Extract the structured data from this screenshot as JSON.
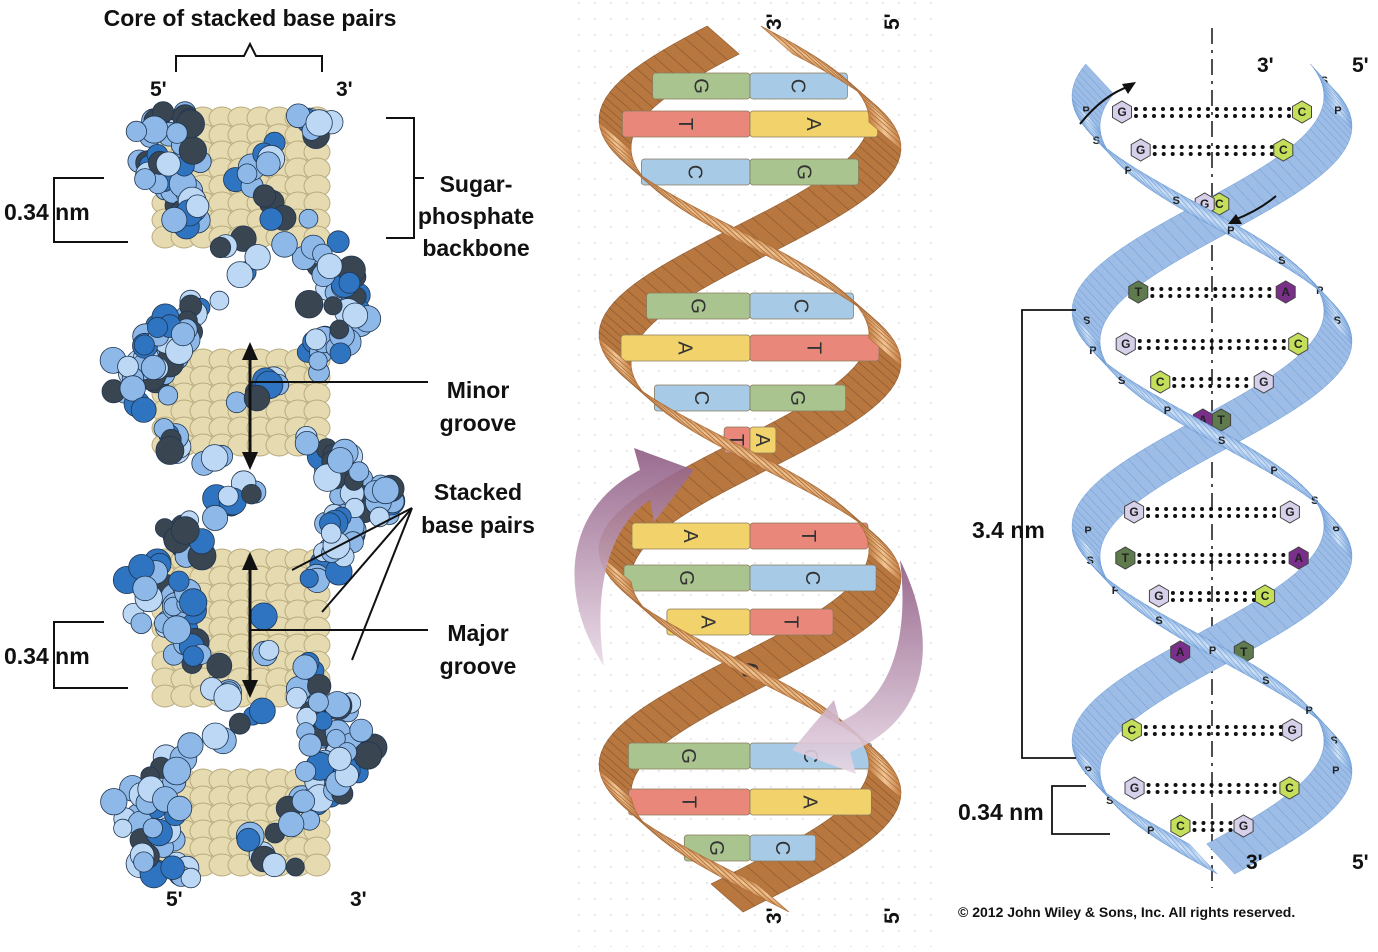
{
  "panel_left": {
    "title": "Core of stacked base pairs",
    "top_5": "5'",
    "top_3": "3'",
    "bottom_5": "5'",
    "bottom_3": "3'",
    "spacing_top": "0.34 nm",
    "spacing_bottom": "0.34 nm",
    "backbone_lines": [
      "Sugar-",
      "phosphate",
      "backbone"
    ],
    "minor_groove_lines": [
      "Minor",
      "groove"
    ],
    "stacked_lines": [
      "Stacked",
      "base pairs"
    ],
    "major_groove_lines": [
      "Major",
      "groove"
    ],
    "colors": {
      "base": "#e6dbb0",
      "light_blue": "#8db8e8",
      "blue": "#2f74c0",
      "dark": "#3a4552"
    }
  },
  "panel_middle": {
    "top_3": "3'",
    "top_5": "5'",
    "bottom_3": "3'",
    "bottom_5": "5'",
    "base_pairs": [
      {
        "left": "G",
        "right": "C"
      },
      {
        "left": "T",
        "right": "A"
      },
      {
        "left": "C",
        "right": "G"
      },
      {
        "left": "G",
        "right": "C"
      },
      {
        "left": "A",
        "right": "T"
      },
      {
        "left": "C",
        "right": "G"
      },
      {
        "left": "T",
        "right": "A"
      },
      {
        "left": "A",
        "right": "T"
      },
      {
        "left": "G",
        "right": "C"
      },
      {
        "left": "A",
        "right": "T"
      },
      {
        "left": "C",
        "right": "G"
      },
      {
        "left": "G",
        "right": "C"
      },
      {
        "left": "T",
        "right": "A"
      },
      {
        "left": "G",
        "right": "C"
      }
    ],
    "colors": {
      "strand": "#d9a06b",
      "arrow": "#a9799d",
      "A": "#f2d36b",
      "T": "#e8877a",
      "G": "#a9c48f",
      "C": "#a7cbe6"
    }
  },
  "panel_right": {
    "top_3": "3'",
    "top_5": "5'",
    "bottom_3": "3'",
    "bottom_5": "5'",
    "turn_length": "3.4 nm",
    "rise": "0.34 nm",
    "copyright": "© 2012 John Wiley & Sons, Inc. All rights reserved.",
    "strand_label_s": "S",
    "strand_label_p": "P",
    "base_pairs": [
      {
        "left": "G",
        "right": "C"
      },
      {
        "left": "G",
        "right": "C"
      },
      {
        "left": "C",
        "right": "G"
      },
      {
        "left": "T",
        "right": "A"
      },
      {
        "left": "G",
        "right": "C"
      },
      {
        "left": "C",
        "right": "G"
      },
      {
        "left": "T",
        "right": "A"
      },
      {
        "left": "G",
        "right": "G"
      },
      {
        "left": "T",
        "right": "A"
      },
      {
        "left": "G",
        "right": "C"
      },
      {
        "left": "T",
        "right": "A"
      },
      {
        "left": "C",
        "right": "G"
      },
      {
        "left": "G",
        "right": "C"
      },
      {
        "left": "C",
        "right": "G"
      }
    ],
    "colors": {
      "ribbon": "#a9c8ee",
      "ribbon_edge": "#5b8fcf",
      "C": "#c4e05a",
      "T": "#5f7a4c",
      "A": "#7a2f8a",
      "G": "#d7d0ea"
    }
  }
}
